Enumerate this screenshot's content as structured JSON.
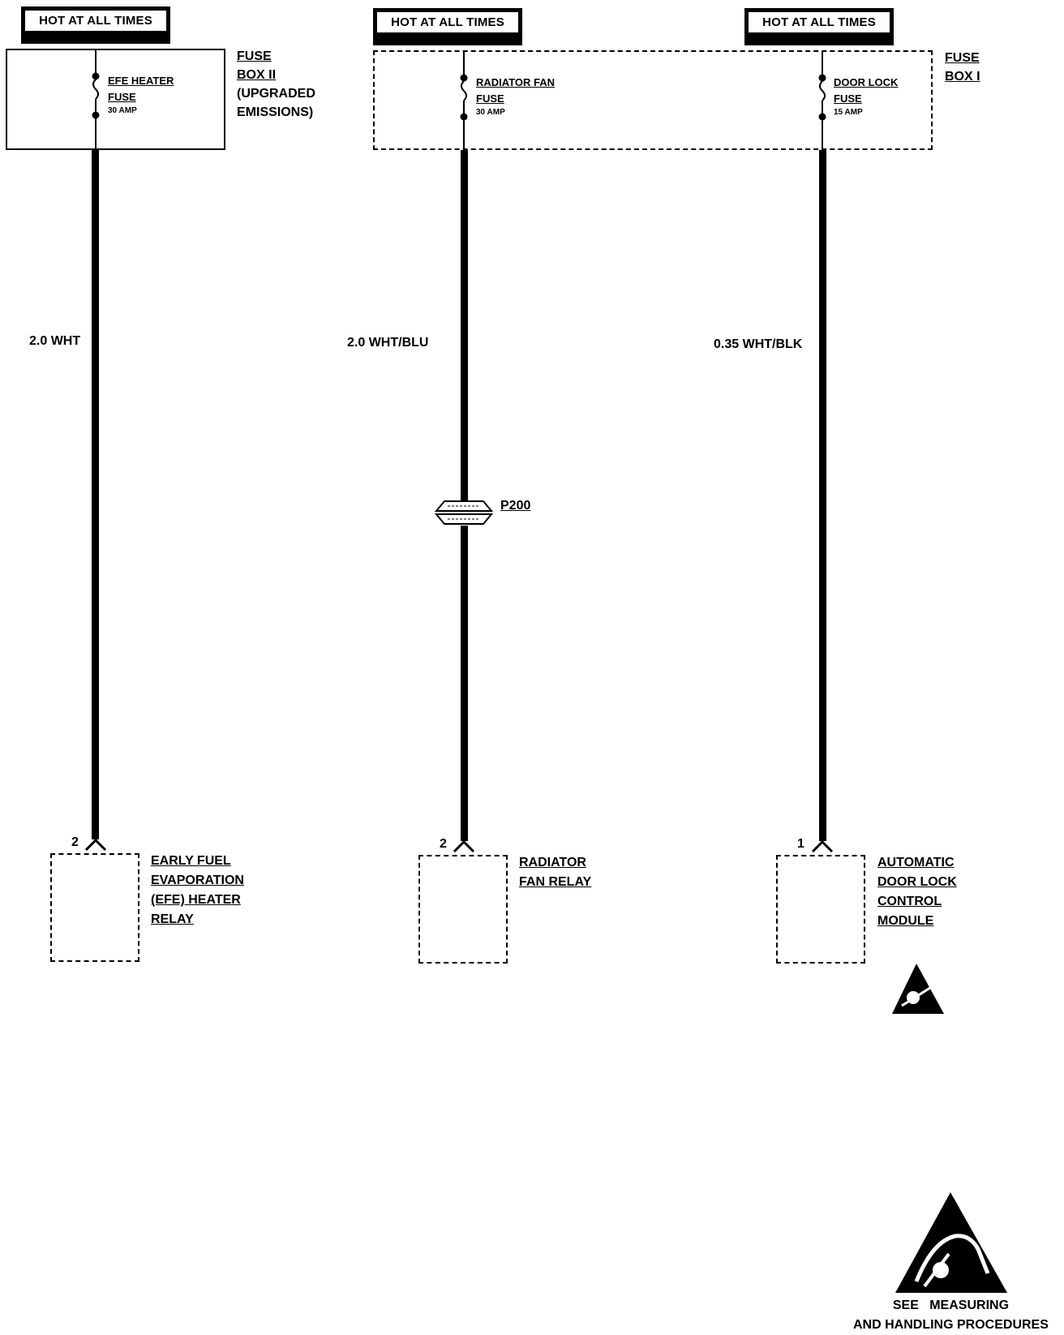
{
  "hot_labels": [
    "HOT AT ALL TIMES",
    "HOT AT ALL TIMES",
    "HOT AT ALL TIMES"
  ],
  "fuse_box_2": {
    "lines": [
      "FUSE",
      "BOX II",
      "(UPGRADED",
      "EMISSIONS)"
    ]
  },
  "fuse_box_1": {
    "lines": [
      "FUSE",
      "BOX I"
    ]
  },
  "fuses": [
    {
      "name_lines": [
        "EFE HEATER",
        "FUSE"
      ],
      "amp": "30 AMP"
    },
    {
      "name_lines": [
        "RADIATOR FAN",
        "FUSE"
      ],
      "amp": "30 AMP"
    },
    {
      "name_lines": [
        "DOOR LOCK",
        "FUSE"
      ],
      "amp": "15 AMP"
    }
  ],
  "wires": [
    "2.0 WHT",
    "2.0 WHT/BLU",
    "0.35 WHT/BLK"
  ],
  "connector": "P200",
  "pins": [
    "2",
    "2",
    "1"
  ],
  "components": [
    {
      "lines": [
        "EARLY FUEL",
        "EVAPORATION",
        "(EFE) HEATER",
        "RELAY"
      ]
    },
    {
      "lines": [
        "RADIATOR",
        "FAN RELAY"
      ]
    },
    {
      "lines": [
        "AUTOMATIC",
        "DOOR LOCK",
        "CONTROL",
        "MODULE"
      ]
    }
  ],
  "esd_note": {
    "lines": [
      "SEE   MEASURING",
      "AND HANDLING PROCEDURES"
    ]
  }
}
